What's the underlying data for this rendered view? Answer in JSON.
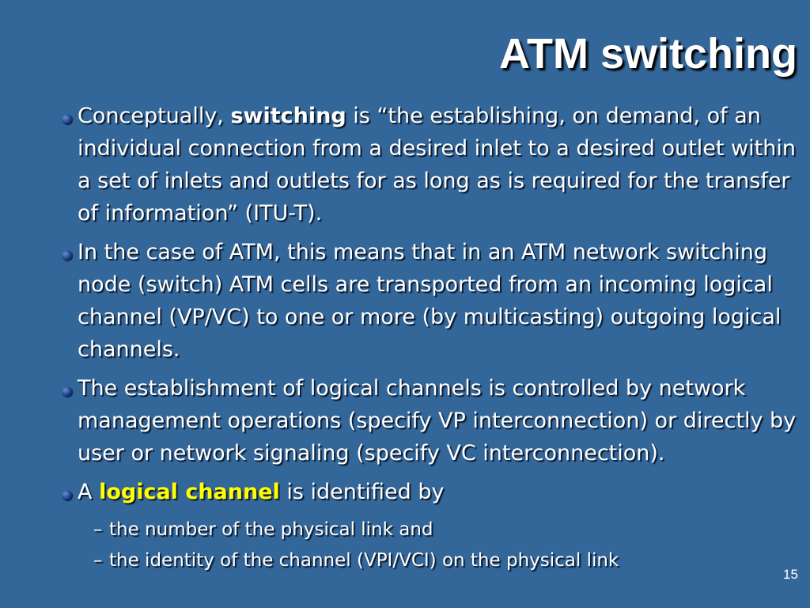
{
  "slide": {
    "title": "ATM switching",
    "page_number": "15",
    "bullets": [
      {
        "pre": "Conceptually, ",
        "keyword": "switching",
        "post": " is “the establishing, on demand, of an individual connection from a desired inlet to a desired outlet within a set of inlets and outlets for as long as is required for the transfer of information” (ITU-T)."
      },
      {
        "text": "In the case of ATM, this means that in an ATM network switching node (switch) ATM cells are transported from an incoming logical channel (VP/VC) to one or more (by multicasting)  outgoing logical channels."
      },
      {
        "text": "The establishment of logical channels is controlled by network management operations (specify VP interconnection) or directly by user or network signaling (specify VC interconnection)."
      },
      {
        "pre": "A ",
        "highlight": "logical channel",
        "post": " is identified by",
        "sub_items": [
          "the number of the physical link and",
          "the identity of the channel (VPI/VCI) on the physical link"
        ]
      }
    ],
    "sub_marker": "–"
  },
  "colors": {
    "background": "#336699",
    "text": "#ffffff",
    "highlight": "#ffff00",
    "bullet": "#0d2f78"
  }
}
